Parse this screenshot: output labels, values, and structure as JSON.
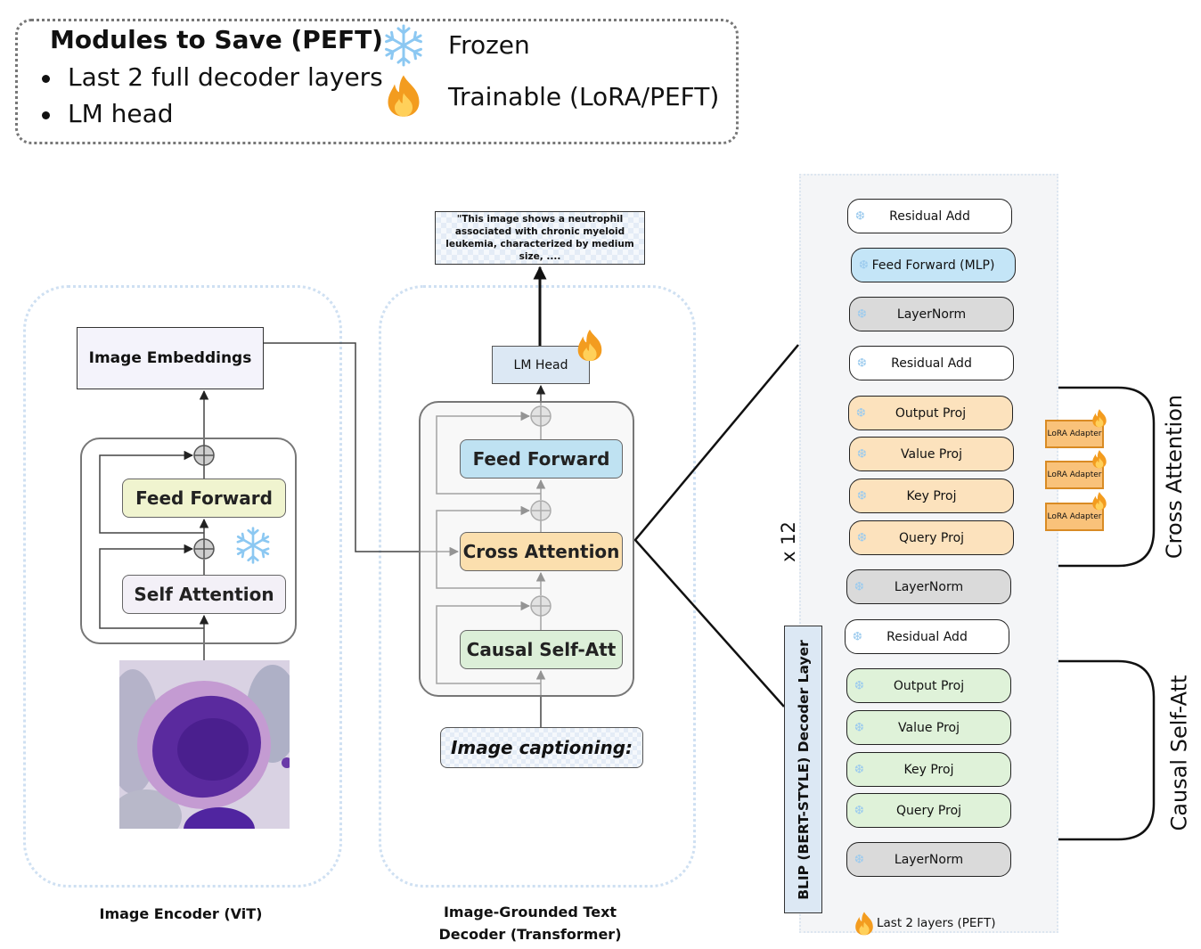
{
  "legend": {
    "title": "Modules to Save (PEFT)",
    "bullets": [
      "Last 2 full decoder layers",
      "LM head"
    ],
    "frozen_label": "Frozen",
    "trainable_label": "Trainable (LoRA/PEFT)",
    "frozen_icon": "snowflake-icon",
    "trainable_icon": "flame-icon"
  },
  "encoder": {
    "embeddings_label": "Image Embeddings",
    "feed_forward_label": "Feed Forward",
    "self_attention_label": "Self Attention",
    "caption": "Image Encoder (ViT)",
    "status": "frozen"
  },
  "decoder": {
    "output_text": "\"This image shows a neutrophil associated with chronic myeloid leukemia, characterized by medium size, ....",
    "lm_head_label": "LM Head",
    "feed_forward_label": "Feed Forward",
    "cross_attention_label": "Cross Attention",
    "causal_self_att_label": "Causal Self-Att",
    "input_prompt": "Image captioning:",
    "caption_line1": "Image-Grounded Text",
    "caption_line2": "Decoder (Transformer)"
  },
  "layer_detail": {
    "repeat_label": "x 12",
    "blip_label": "BLIP (BERT-STYLE) Decoder Layer",
    "footer_label": "Last 2 layers (PEFT)",
    "cross_attention_group": "Cross Attention",
    "causal_self_att_group": "Causal Self-Att",
    "lora_label": "LoRA Adapter",
    "modules": [
      {
        "label": "Residual Add",
        "kind": "white"
      },
      {
        "label": "Feed Forward (MLP)",
        "kind": "blue"
      },
      {
        "label": "LayerNorm",
        "kind": "gray"
      },
      {
        "label": "Residual Add",
        "kind": "white"
      },
      {
        "label": "Output Proj",
        "kind": "orange"
      },
      {
        "label": "Value Proj",
        "kind": "orange"
      },
      {
        "label": "Key Proj",
        "kind": "orange"
      },
      {
        "label": "Query Proj",
        "kind": "orange"
      },
      {
        "label": "LayerNorm",
        "kind": "gray"
      },
      {
        "label": "Residual Add",
        "kind": "white"
      },
      {
        "label": "Output Proj",
        "kind": "green"
      },
      {
        "label": "Value Proj",
        "kind": "green"
      },
      {
        "label": "Key Proj",
        "kind": "green"
      },
      {
        "label": "Query Proj",
        "kind": "green"
      },
      {
        "label": "LayerNorm",
        "kind": "gray"
      }
    ]
  },
  "colors": {
    "frozen": "#9ccbee",
    "trainable": "#f39c1f",
    "lora_fill": "#f9c27a",
    "cross_attention": "#fbdfae",
    "causal_self_att": "#dcefd8",
    "feed_forward_dec": "#bfe2f2",
    "feed_forward_enc": "#f0f4cf"
  }
}
